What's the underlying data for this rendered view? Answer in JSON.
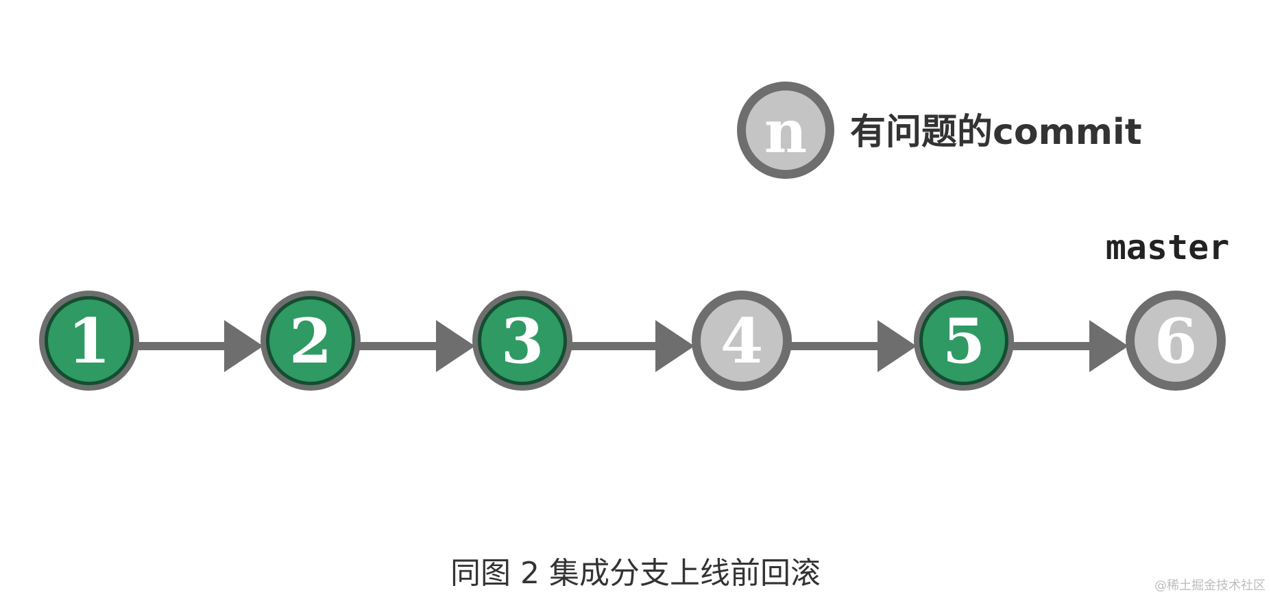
{
  "colors": {
    "good_commit": "#2f9a63",
    "bad_commit": "#c4c4c4",
    "node_border": "#6e6e6e",
    "good_inner_border": "#154d31",
    "arrow": "#6e6e6e"
  },
  "legend": {
    "symbol": "n",
    "label": "有问题的commit"
  },
  "branch_label": "master",
  "commits": [
    {
      "label": "1",
      "status": "good"
    },
    {
      "label": "2",
      "status": "good"
    },
    {
      "label": "3",
      "status": "good"
    },
    {
      "label": "4",
      "status": "bad"
    },
    {
      "label": "5",
      "status": "good"
    },
    {
      "label": "6",
      "status": "bad"
    }
  ],
  "caption": "同图 2 集成分支上线前回滚",
  "watermark": "@稀土掘金技术社区"
}
